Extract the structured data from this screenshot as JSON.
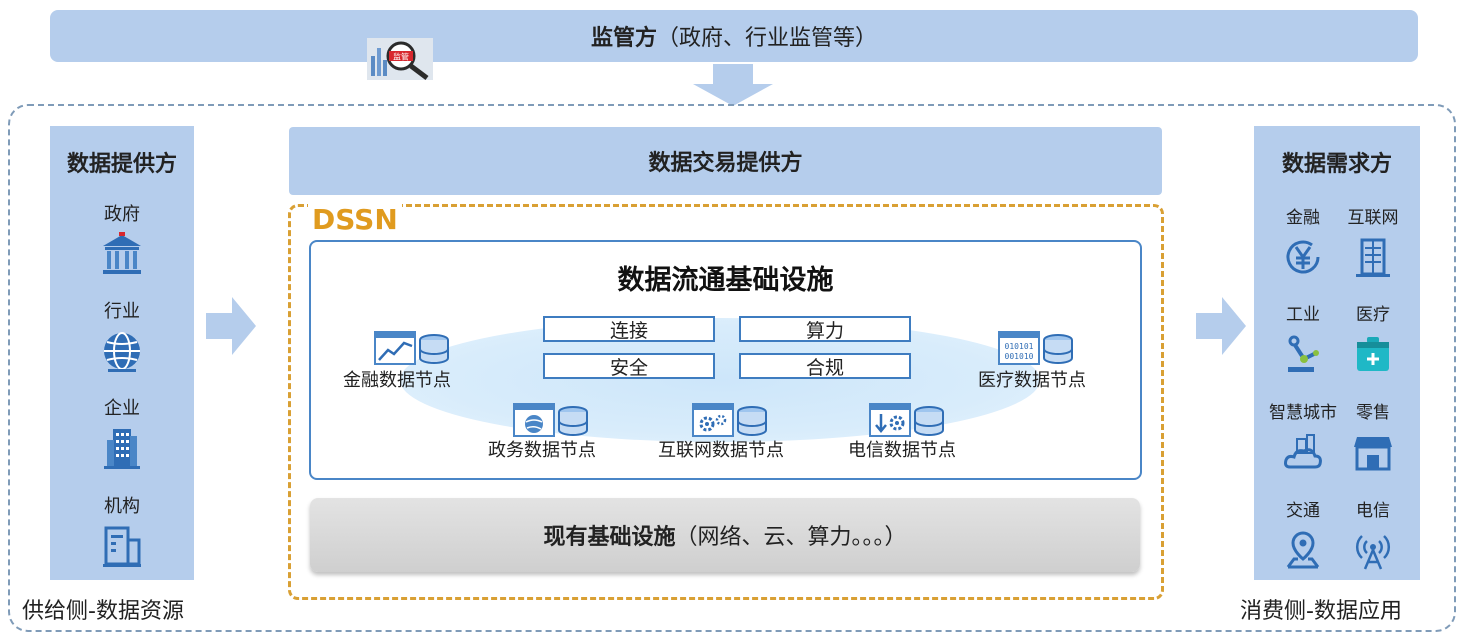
{
  "regulator": {
    "title_bold": "监管方",
    "title_rest": "（政府、行业监管等）",
    "stamp_text": "监管"
  },
  "provider": {
    "title": "数据提供方",
    "items": [
      {
        "label": "政府",
        "icon": "government-building-icon"
      },
      {
        "label": "行业",
        "icon": "globe-icon"
      },
      {
        "label": "企业",
        "icon": "office-building-icon"
      },
      {
        "label": "机构",
        "icon": "institution-icon"
      }
    ],
    "side_label": "供给侧-数据资源"
  },
  "demand": {
    "title": "数据需求方",
    "items": [
      {
        "label": "金融",
        "icon": "yen-coin-icon"
      },
      {
        "label": "互联网",
        "icon": "skyscraper-icon"
      },
      {
        "label": "工业",
        "icon": "robot-arm-icon"
      },
      {
        "label": "医疗",
        "icon": "medical-kit-icon"
      },
      {
        "label": "智慧城市",
        "icon": "smart-city-icon"
      },
      {
        "label": "零售",
        "icon": "storefront-icon"
      },
      {
        "label": "交通",
        "icon": "map-pin-icon"
      },
      {
        "label": "电信",
        "icon": "antenna-icon"
      }
    ],
    "side_label": "消费侧-数据应用"
  },
  "exchange": {
    "title": "数据交易提供方"
  },
  "dssn": {
    "label": "DSSN"
  },
  "infrastructure": {
    "title": "数据流通基础设施",
    "capabilities": [
      "连接",
      "算力",
      "安全",
      "合规"
    ],
    "nodes": [
      {
        "label": "金融数据节点",
        "icon": "chart-database-icon"
      },
      {
        "label": "医疗数据节点",
        "icon": "binary-database-icon",
        "icon_text": [
          "010101",
          "001010"
        ]
      },
      {
        "label": "政务数据节点",
        "icon": "globe-database-icon"
      },
      {
        "label": "互联网数据节点",
        "icon": "gear-database-icon"
      },
      {
        "label": "电信数据节点",
        "icon": "download-gear-database-icon"
      }
    ]
  },
  "existing": {
    "title_bold": "现有基础设施",
    "title_rest": "（网络、云、算力。。。）"
  },
  "colors": {
    "panel": "#b5cdec",
    "accent_blue": "#2f6db5",
    "dssn_gold": "#e09b1f",
    "frame_dash": "#7f9bb8"
  }
}
